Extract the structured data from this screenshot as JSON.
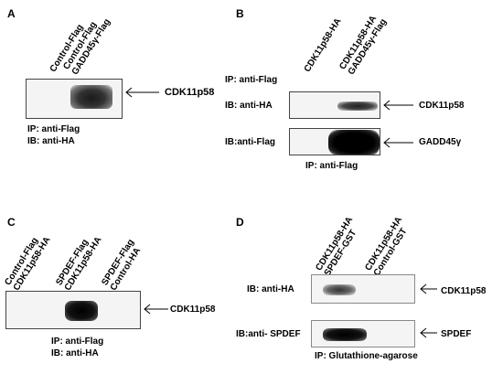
{
  "panels": {
    "A": {
      "letter": "A",
      "lanes": [
        [
          "Control-Flag"
        ],
        [
          "Control-Flag",
          "GADD45γ-Flag"
        ]
      ],
      "band_label": "CDK11p58",
      "footer": [
        "IP: anti-Flag",
        "IB: anti-HA"
      ]
    },
    "B": {
      "letter": "B",
      "lanes": [
        [
          "CDK11p58-HA"
        ],
        [
          "CDK11p58-HA",
          "GADD45γ-Flag"
        ]
      ],
      "ip_top": "IP: anti-Flag",
      "rows": [
        {
          "ib": "IB: anti-HA",
          "band_label": "CDK11p58"
        },
        {
          "ib": "IB:anti-Flag",
          "band_label": "GADD45γ"
        }
      ],
      "footer": "IP: anti-Flag"
    },
    "C": {
      "letter": "C",
      "lanes": [
        [
          "Control-Flag",
          "CDK11p58-HA"
        ],
        [
          "SPDEF-Flag",
          "CDK11p58-HA"
        ],
        [
          "SPDEF-Flag",
          "Control-HA"
        ]
      ],
      "band_label": "CDK11p58",
      "footer": [
        "IP: anti-Flag",
        "IB: anti-HA"
      ]
    },
    "D": {
      "letter": "D",
      "lanes": [
        [
          "CDK11p58-HA",
          "SPDEF-GST"
        ],
        [
          "CDK11p58-HA",
          "Control-GST"
        ]
      ],
      "rows": [
        {
          "ib": "IB: anti-HA",
          "band_label": "CDK11p58"
        },
        {
          "ib": "IB:anti- SPDEF",
          "band_label": "SPDEF"
        }
      ],
      "footer": "IP: Glutathione-agarose"
    }
  }
}
